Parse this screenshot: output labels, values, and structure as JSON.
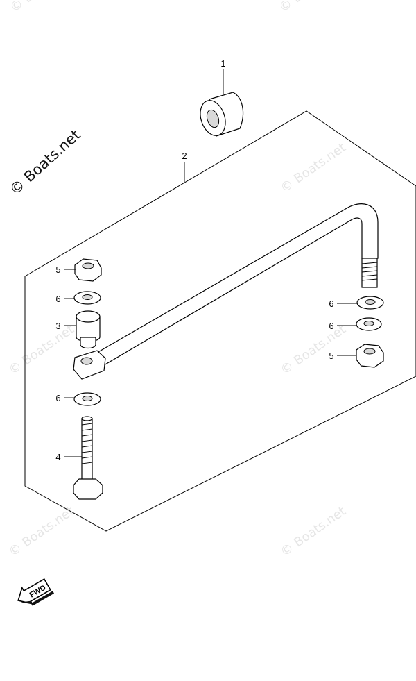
{
  "watermark": {
    "main": "© Boats.net",
    "faint": "© Boats.net"
  },
  "callouts": [
    {
      "id": "1",
      "label": "1"
    },
    {
      "id": "2",
      "label": "2"
    },
    {
      "id": "5a",
      "label": "5"
    },
    {
      "id": "6a",
      "label": "6"
    },
    {
      "id": "3",
      "label": "3"
    },
    {
      "id": "6b",
      "label": "6"
    },
    {
      "id": "4",
      "label": "4"
    },
    {
      "id": "6c",
      "label": "6"
    },
    {
      "id": "6d",
      "label": "6"
    },
    {
      "id": "5b",
      "label": "5"
    }
  ],
  "fwd_badge": "FWD"
}
